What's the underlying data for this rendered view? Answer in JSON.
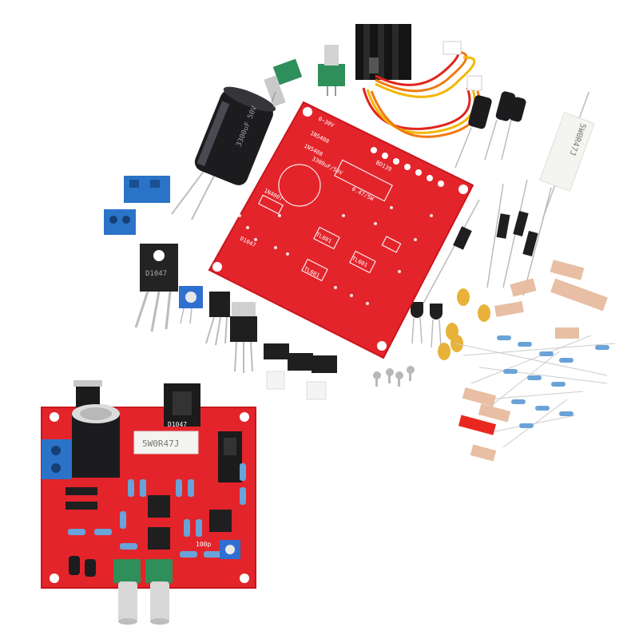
{
  "colors": {
    "background": "#ffffff",
    "pcb_red": "#e3242b",
    "pcb_dark_red": "#b5141b",
    "silkscreen": "#ffffff",
    "capacitor_black": "#1c1c1f",
    "trimmer_blue": "#2f6fd0",
    "terminal_blue": "#2a73c8",
    "resistor_blue": "#6aa3d8",
    "ceramic_cap_yellow": "#e8b23a",
    "wire_red": "#e1241d",
    "wire_yellow": "#f2b705",
    "wire_orange": "#f07a12",
    "tape_beige": "#e6b99b",
    "tape_red": "#e8281e",
    "heatsink_black": "#141414",
    "metal_silver": "#c8c8c8"
  },
  "labels": {
    "kit_pcb_top": "0~30V",
    "kit_pcb_diode_a": "1N5408",
    "kit_pcb_diode_b": "1N5408",
    "kit_pcb_cap": "3300uF/50V",
    "kit_pcb_d1": "1N4007",
    "kit_pcb_resistor": "0.47/5W",
    "kit_pcb_bd139": "BD139",
    "kit_pcb_tl081_a": "TL081",
    "kit_pcb_tl081_b": "TL081",
    "kit_pcb_tl081_c": "TL081",
    "kit_pcb_d2": "D1047",
    "power_resistor_kit": "5W0R47J",
    "power_resistor_assembled": "5W0R47J",
    "big_cap_marking": "3300uF 50V",
    "transistor_marking": "D1047",
    "assembled_pcb_ic": "D1047",
    "assembled_pcb_cap": "100p"
  }
}
